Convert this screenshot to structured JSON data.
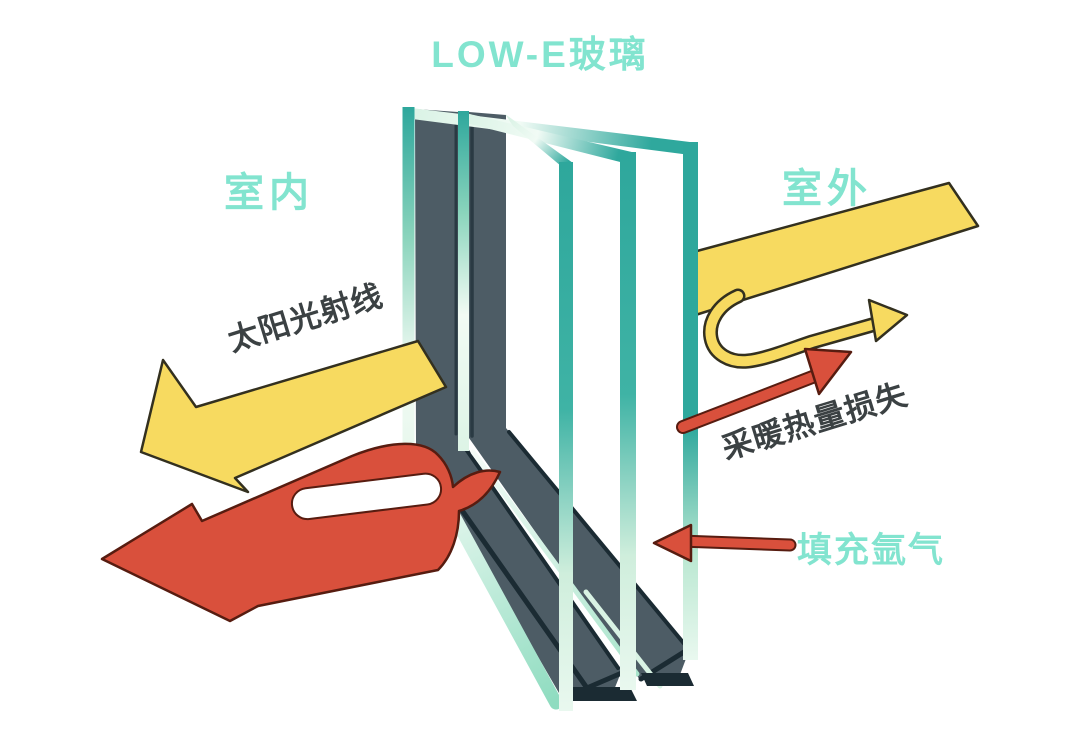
{
  "title": "LOW-E玻璃",
  "labels": {
    "indoor": "室内",
    "outdoor": "室外",
    "solar_ray": "太阳光射线",
    "heating_heat_loss": "采暖热量损失",
    "argon_fill": "填充氩气"
  },
  "colors": {
    "label_teal": "#82E4CF",
    "glass_teal": "#2FA89D",
    "glass_pale": "#EDFAF2",
    "tinted_pane_dark": "#4D5C65",
    "pane_shadow_navy": "#1B2B33",
    "arrow_yellow": "#F7DA60",
    "arrow_red": "#D9503C",
    "text_dark": "#3B4143"
  }
}
